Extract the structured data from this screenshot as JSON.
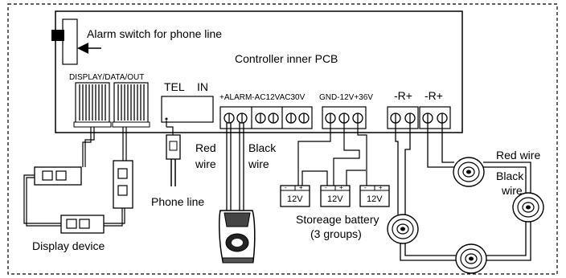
{
  "labels": {
    "alarm_switch": "Alarm switch for phone line",
    "pcb_title": "Controller inner PCB",
    "display_port": "DISPLAY/DATA/OUT",
    "tel": "TEL",
    "in": "IN",
    "alarm_terminals": "+ALARM-AC12VAC30V",
    "power_terminals": "GND-12V+36V",
    "r_terminal_1": "-R+",
    "r_terminal_2": "-R+",
    "red_wire_1": "Red",
    "red_wire_2": "wire",
    "black_wire_1": "Black",
    "black_wire_2": "wire",
    "phone_line": "Phone line",
    "display_device": "Display device",
    "battery_1": "Storeage battery",
    "battery_2": "(3 groups)",
    "red_wire_loop": "Red wire",
    "black_wire_loop_1": "Black",
    "black_wire_loop_2": "wire",
    "battery_voltage_a": "12V",
    "battery_voltage_b": "12V",
    "battery_voltage_c": "12V",
    "minus_sign": "-",
    "plus_sign": "+"
  }
}
